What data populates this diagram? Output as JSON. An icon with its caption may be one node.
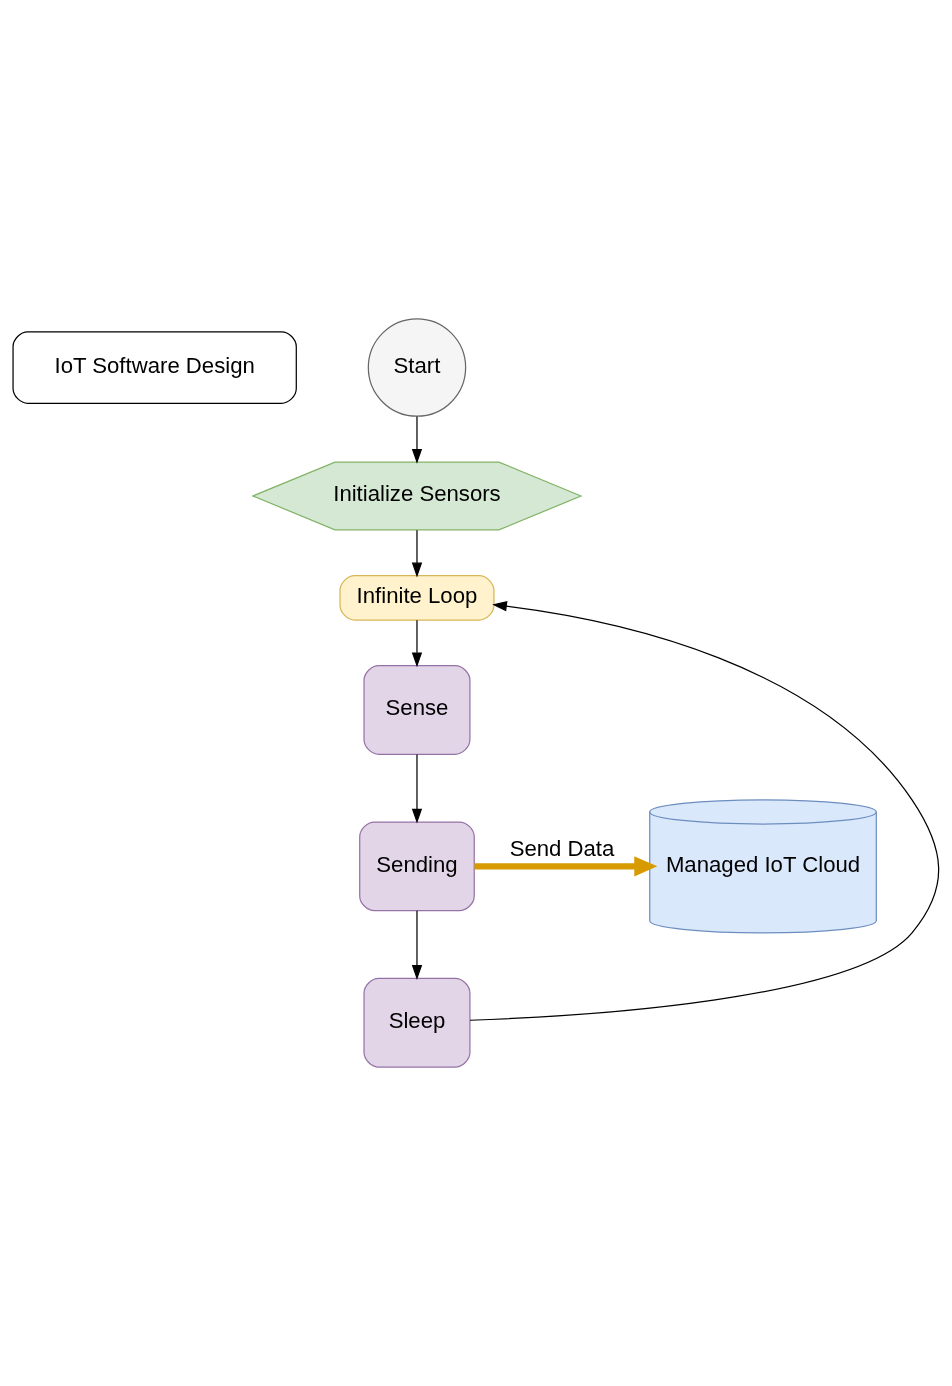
{
  "diagram": {
    "nodes": [
      {
        "text": [
          "IoT Software Design"
        ]
      },
      {
        "text": [
          "Start"
        ]
      },
      {
        "text": [
          "Initialize Sensors"
        ]
      },
      {
        "text": [
          "Infinite Loop"
        ]
      },
      {
        "text": [
          "Sense"
        ]
      },
      {
        "text": [
          "Sending"
        ]
      },
      {
        "text": [
          "Sleep"
        ]
      },
      {
        "text": [
          "Managed IoT Cloud"
        ]
      }
    ],
    "edges": [
      {
        "from": 1,
        "to": 2,
        "arrow": "to"
      },
      {
        "from": 2,
        "to": 3,
        "arrow": "to"
      },
      {
        "from": 3,
        "to": 4,
        "arrow": "to"
      },
      {
        "from": 4,
        "to": 5,
        "arrow": "to"
      },
      {
        "from": 5,
        "to": 6,
        "arrow": "to"
      },
      {
        "from": 6,
        "to": 3,
        "arrow": "to"
      },
      {
        "from": 5,
        "to": 7,
        "arrow": "to",
        "label": "Send Data",
        "style": "thick",
        "color": "#d79b00"
      }
    ]
  }
}
